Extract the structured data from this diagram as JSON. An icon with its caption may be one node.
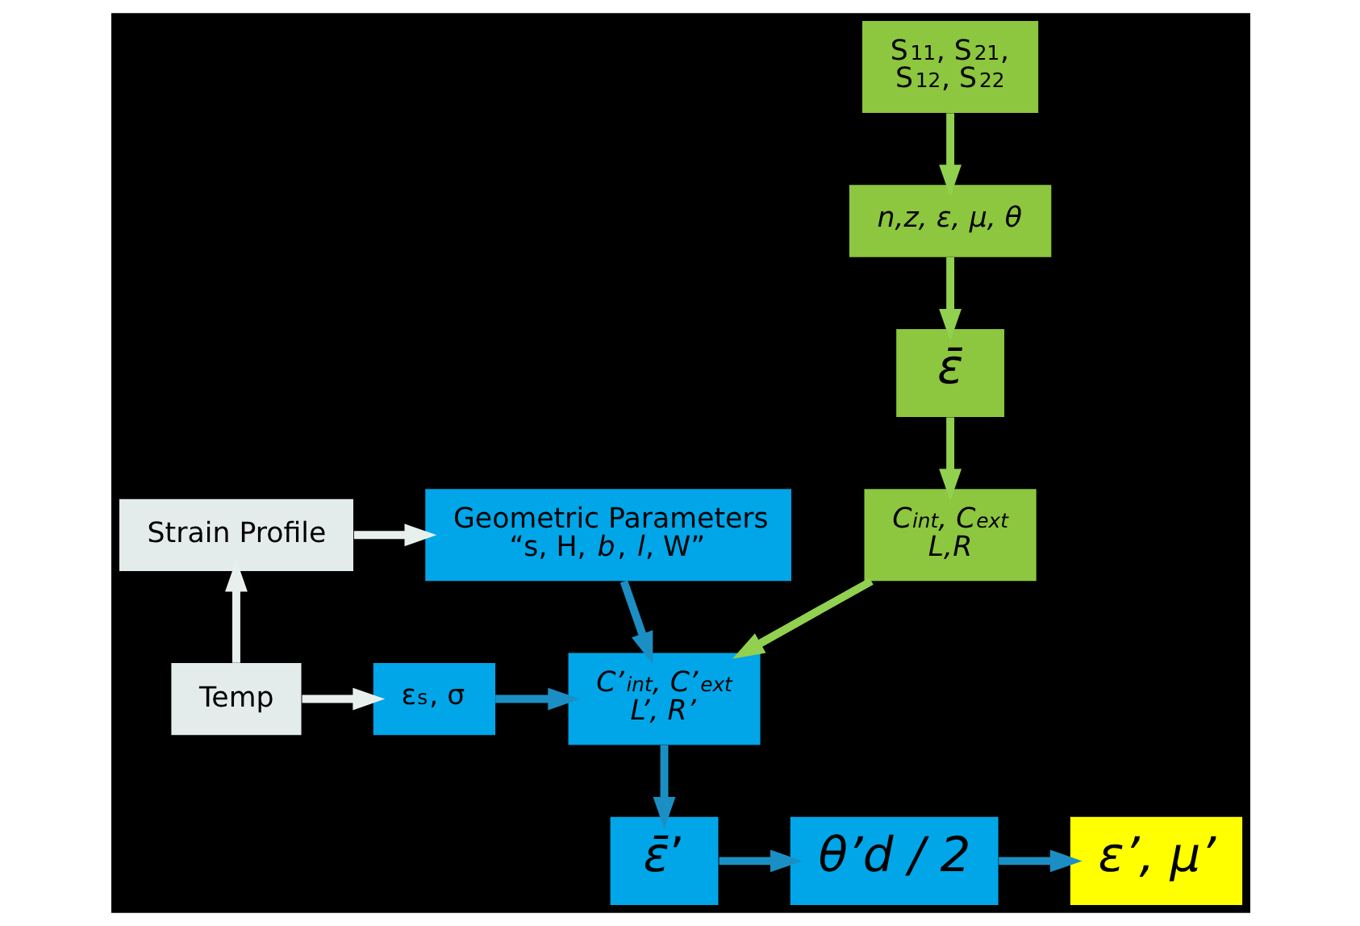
{
  "diagram": {
    "nodes": [
      {
        "text": [
          "Strain Profile"
        ]
      },
      {
        "text": [
          "Temp"
        ]
      },
      {
        "text": [
          "Geometric Parameters",
          "“s, H, *b*, *l*, W”"
        ]
      },
      {
        "text": [
          "ε$_{s}$, σ"
        ]
      },
      {
        "text": [
          "*C’$_{int}$, C’$_{ext}$*",
          "*L’, R’*"
        ]
      },
      {
        "text": [
          "S$_{11}$, S$_{21}$,",
          "S$_{12}$, S$_{22}$"
        ]
      },
      {
        "text": [
          "*n,z, ε, μ, θ*"
        ]
      },
      {
        "text": [
          "*ε̄*"
        ]
      },
      {
        "text": [
          "*C$_{int}$, C$_{ext}$*",
          "*L,R*"
        ]
      },
      {
        "text": [
          "*ε̄*’"
        ]
      },
      {
        "text": [
          "*θ’d / 2*"
        ]
      },
      {
        "text": [
          "*ε’, μ’*"
        ]
      }
    ],
    "edges": [
      {
        "from": 0,
        "to": 2,
        "arrow": "to",
        "color": "#e8f0ee"
      },
      {
        "from": 1,
        "to": 0,
        "arrow": "to",
        "color": "#e8f0ee"
      },
      {
        "from": 1,
        "to": 3,
        "arrow": "to",
        "color": "#e8f0ee"
      },
      {
        "from": 2,
        "to": 4,
        "arrow": "to"
      },
      {
        "from": 3,
        "to": 4,
        "arrow": "to"
      },
      {
        "from": 5,
        "to": 6,
        "arrow": "to",
        "color": "#92d050"
      },
      {
        "from": 6,
        "to": 7,
        "arrow": "to",
        "color": "#92d050"
      },
      {
        "from": 7,
        "to": 8,
        "arrow": "to",
        "color": "#92d050"
      },
      {
        "from": 8,
        "to": 4,
        "arrow": "to",
        "color": "#92d050"
      },
      {
        "from": 4,
        "to": 9,
        "arrow": "to"
      },
      {
        "from": 9,
        "to": 10,
        "arrow": "to"
      },
      {
        "from": 10,
        "to": 11,
        "arrow": "to"
      }
    ]
  }
}
